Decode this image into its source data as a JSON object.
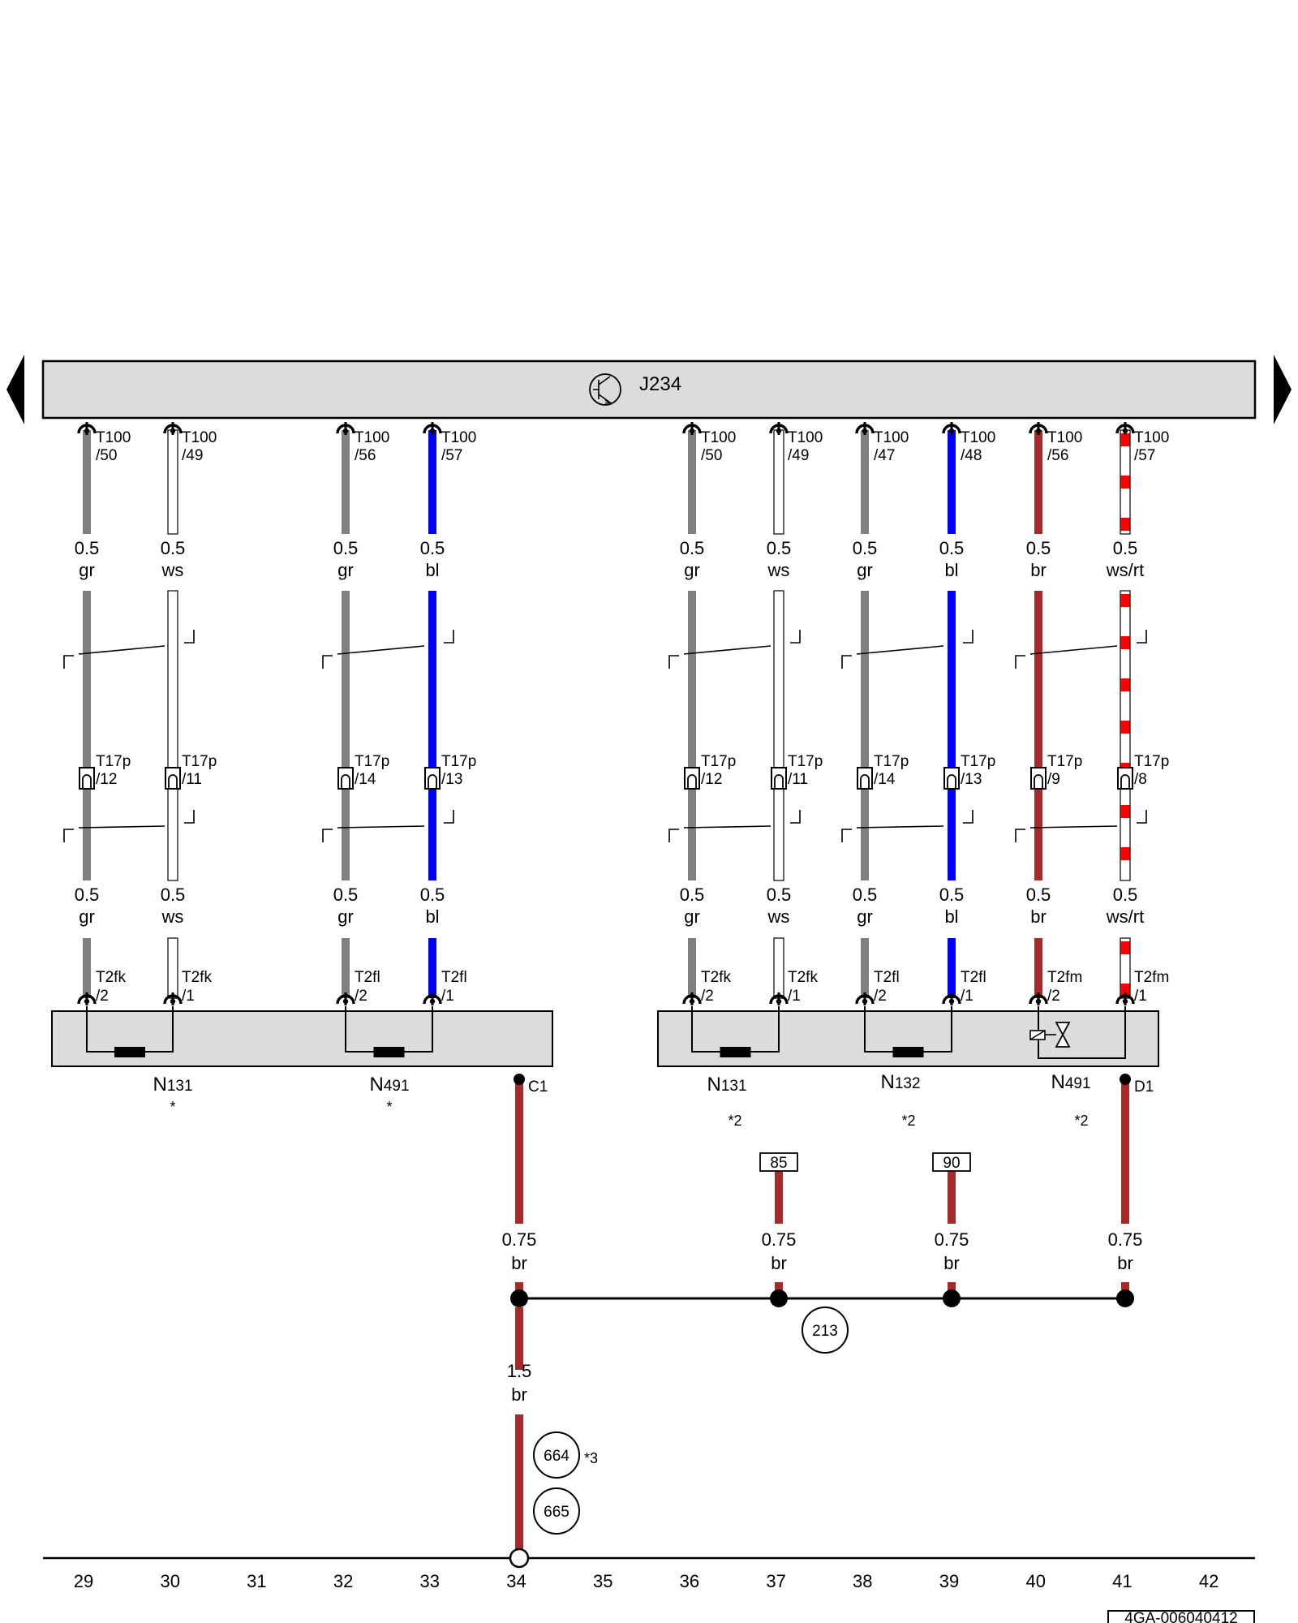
{
  "diagram": {
    "control_unit": {
      "label": "J234"
    },
    "top_wires": [
      {
        "name": "w1",
        "connector": "T100",
        "pin": "/50",
        "size": "0.5",
        "color_code": "gr",
        "colors": [
          "#808080"
        ]
      },
      {
        "name": "w2",
        "connector": "T100",
        "pin": "/49",
        "size": "0.5",
        "color_code": "ws",
        "colors": [
          "#ffffff"
        ]
      },
      {
        "name": "w3",
        "connector": "T100",
        "pin": "/56",
        "size": "0.5",
        "color_code": "gr",
        "colors": [
          "#808080"
        ]
      },
      {
        "name": "w4",
        "connector": "T100",
        "pin": "/57",
        "size": "0.5",
        "color_code": "bl",
        "colors": [
          "#0000ff"
        ]
      },
      {
        "name": "w5",
        "connector": "T100",
        "pin": "/50",
        "size": "0.5",
        "color_code": "gr",
        "colors": [
          "#808080"
        ]
      },
      {
        "name": "w6",
        "connector": "T100",
        "pin": "/49",
        "size": "0.5",
        "color_code": "ws",
        "colors": [
          "#ffffff"
        ]
      },
      {
        "name": "w7",
        "connector": "T100",
        "pin": "/47",
        "size": "0.5",
        "color_code": "gr",
        "colors": [
          "#808080"
        ]
      },
      {
        "name": "w8",
        "connector": "T100",
        "pin": "/48",
        "size": "0.5",
        "color_code": "bl",
        "colors": [
          "#0000ff"
        ]
      },
      {
        "name": "w9",
        "connector": "T100",
        "pin": "/56",
        "size": "0.5",
        "color_code": "br",
        "colors": [
          "#a52a2a"
        ]
      },
      {
        "name": "w10",
        "connector": "T100",
        "pin": "/57",
        "size": "0.5",
        "color_code": "ws/rt",
        "colors": [
          "#ffffff",
          "#ff0000"
        ]
      }
    ],
    "mid_connectors": [
      {
        "connector": "T17p",
        "pin": "/12"
      },
      {
        "connector": "T17p",
        "pin": "/11"
      },
      {
        "connector": "T17p",
        "pin": "/14"
      },
      {
        "connector": "T17p",
        "pin": "/13"
      },
      {
        "connector": "T17p",
        "pin": "/12"
      },
      {
        "connector": "T17p",
        "pin": "/11"
      },
      {
        "connector": "T17p",
        "pin": "/14"
      },
      {
        "connector": "T17p",
        "pin": "/13"
      },
      {
        "connector": "T17p",
        "pin": "/9"
      },
      {
        "connector": "T17p",
        "pin": "/8"
      }
    ],
    "bottom_connectors": [
      {
        "connector": "T2fk",
        "pin": "/2"
      },
      {
        "connector": "T2fk",
        "pin": "/1"
      },
      {
        "connector": "T2fl",
        "pin": "/2"
      },
      {
        "connector": "T2fl",
        "pin": "/1"
      },
      {
        "connector": "T2fk",
        "pin": "/2"
      },
      {
        "connector": "T2fk",
        "pin": "/1"
      },
      {
        "connector": "T2fl",
        "pin": "/2"
      },
      {
        "connector": "T2fl",
        "pin": "/1"
      },
      {
        "connector": "T2fm",
        "pin": "/2"
      },
      {
        "connector": "T2fm",
        "pin": "/1"
      }
    ],
    "components": [
      {
        "letter": "N",
        "num": "131",
        "note": "*"
      },
      {
        "letter": "N",
        "num": "491",
        "note": "*"
      },
      {
        "letter": "N",
        "num": "131",
        "note": "*2"
      },
      {
        "letter": "N",
        "num": "132",
        "note": "*2"
      },
      {
        "letter": "N",
        "num": "491",
        "note": "*2"
      }
    ],
    "grounds": [
      {
        "label": "C1",
        "size": "0.75",
        "color_code": "br"
      },
      {
        "label": "85",
        "size": "0.75",
        "color_code": "br"
      },
      {
        "label": "90",
        "size": "0.75",
        "color_code": "br"
      },
      {
        "label": "D1",
        "size": "0.75",
        "color_code": "br"
      }
    ],
    "ground_bus": {
      "ref": "213"
    },
    "trunk": {
      "size": "1.5",
      "color_code": "br",
      "refs": [
        {
          "label": "664",
          "note": "*3"
        },
        {
          "label": "665",
          "note": ""
        }
      ]
    },
    "columns": [
      "29",
      "30",
      "31",
      "32",
      "33",
      "34",
      "35",
      "36",
      "37",
      "38",
      "39",
      "40",
      "41",
      "42"
    ],
    "doc_id": "4GA-006040412"
  }
}
